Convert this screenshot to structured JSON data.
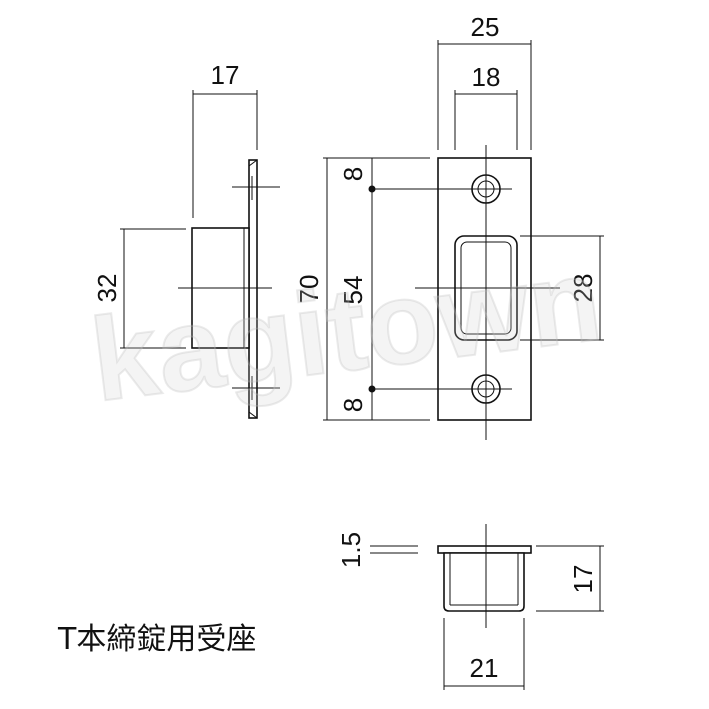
{
  "title": "T本締錠用受座",
  "watermark": "kagitown",
  "dimensions": {
    "side_depth": "17",
    "side_height": "32",
    "front_total_width": "25",
    "front_inner_width": "18",
    "front_total_height": "70",
    "front_top_margin": "8",
    "front_hole_spacing": "54",
    "front_bottom_margin": "8",
    "front_opening_height": "28",
    "bottom_plate_thickness": "1.5",
    "bottom_box_depth": "17",
    "bottom_box_width": "21"
  }
}
